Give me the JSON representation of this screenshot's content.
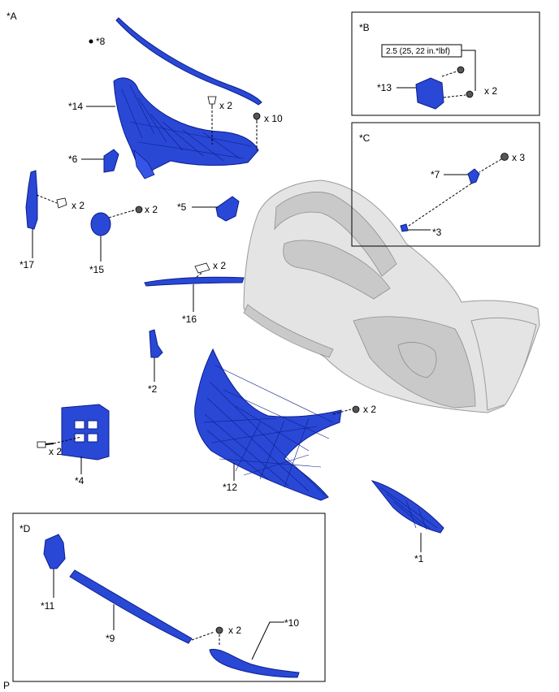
{
  "sections": {
    "A": "*A",
    "B": "*B",
    "C": "*C",
    "D": "*D"
  },
  "torque": "2.5 (25, 22 in.*lbf)",
  "quantities": {
    "q14_clip": "x 2",
    "q14_screw": "x 10",
    "q17": "x 2",
    "q15": "x 2",
    "q16": "x 2",
    "q12": "x 2",
    "q4": "x 2",
    "q13": "x 2",
    "q7": "x 3",
    "q10": "x 2"
  },
  "parts": {
    "p1": "*1",
    "p2": "*2",
    "p3": "*3",
    "p4": "*4",
    "p5": "*5",
    "p6": "*6",
    "p7": "*7",
    "p8": "*8",
    "p9": "*9",
    "p10": "*10",
    "p11": "*11",
    "p12": "*12",
    "p13": "*13",
    "p14": "*14",
    "p15": "*15",
    "p16": "*16",
    "p17": "*17"
  },
  "footer_mark": "P"
}
